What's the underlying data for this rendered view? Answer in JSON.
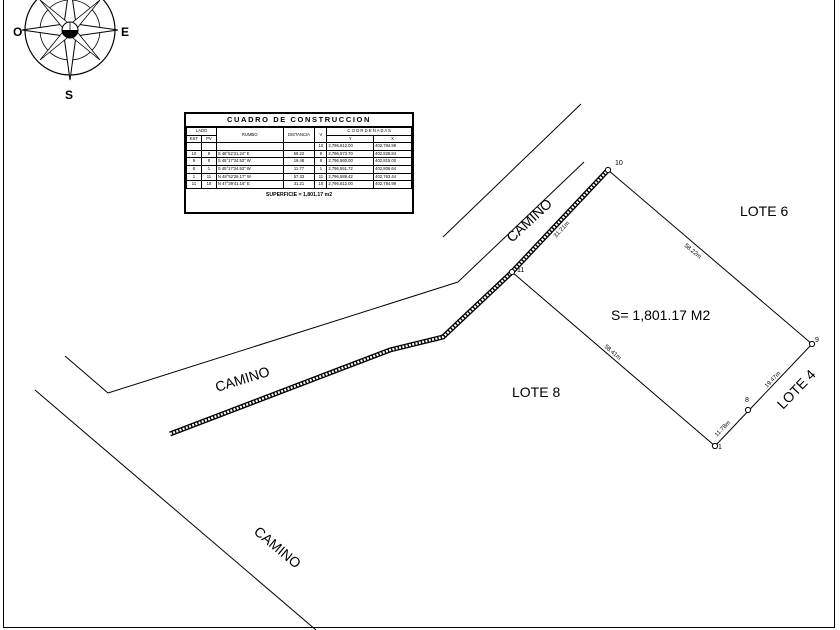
{
  "compass": {
    "west": "O",
    "east": "E",
    "south": "S"
  },
  "table": {
    "title": "CUADRO DE CONSTRUCCION",
    "h_lado": "LADO",
    "h_est": "EST",
    "h_pv": "PV",
    "h_rumbo": "RUMBO",
    "h_distancia": "DISTANCIA",
    "h_v": "V",
    "h_coordenadas": "C O O R D E N A D A S",
    "h_y": "Y",
    "h_x": "X",
    "first_row": {
      "v": "10",
      "y": "2,796,612.00",
      "x": "402,784.99"
    },
    "rows": [
      {
        "est": "10",
        "pv": "9",
        "rumbo": "S 48°52'31.24\" E",
        "dist": "58.22",
        "v": "9",
        "y": "2,796,573.70",
        "x": "402,828.84"
      },
      {
        "est": "9",
        "pv": "8",
        "rumbo": "S 45°17'34.53\" W",
        "dist": "19.48",
        "v": "8",
        "y": "2,796,560.00",
        "x": "402,815.00"
      },
      {
        "est": "8",
        "pv": "1",
        "rumbo": "S 45°17'34.53\" W",
        "dist": "11.77",
        "v": "1",
        "y": "2,796,551.72",
        "x": "402,806.64"
      },
      {
        "est": "1",
        "pv": "11",
        "rumbo": "N 48°52'26.17\" W",
        "dist": "57.33",
        "v": "11",
        "y": "2,796,589.42",
        "x": "402,763.44"
      },
      {
        "est": "11",
        "pv": "10",
        "rumbo": "N 47°39'41.16\" E",
        "dist": "31.21",
        "v": "10",
        "y": "2,796,612.00",
        "x": "402,784.99"
      }
    ],
    "superficie": "SUPERFICIE = 1,801.17 m2"
  },
  "labels": {
    "camino_top": "CAMINO",
    "camino_left": "CAMINO",
    "camino_bottom": "CAMINO",
    "lote6": "LOTE 6",
    "lote8": "LOTE 8",
    "lote4": "LOTE 4",
    "area": "S= 1,801.17 M2"
  },
  "vertices": {
    "v10": "10",
    "v11": "11",
    "v9": "9",
    "v8": "8",
    "v1": "1"
  },
  "distances": {
    "d10_9": "58.22m",
    "d11_10": "31.21m",
    "d11_1": "58.41m",
    "d9_8": "19.47m",
    "d8_1": "11.78m"
  }
}
